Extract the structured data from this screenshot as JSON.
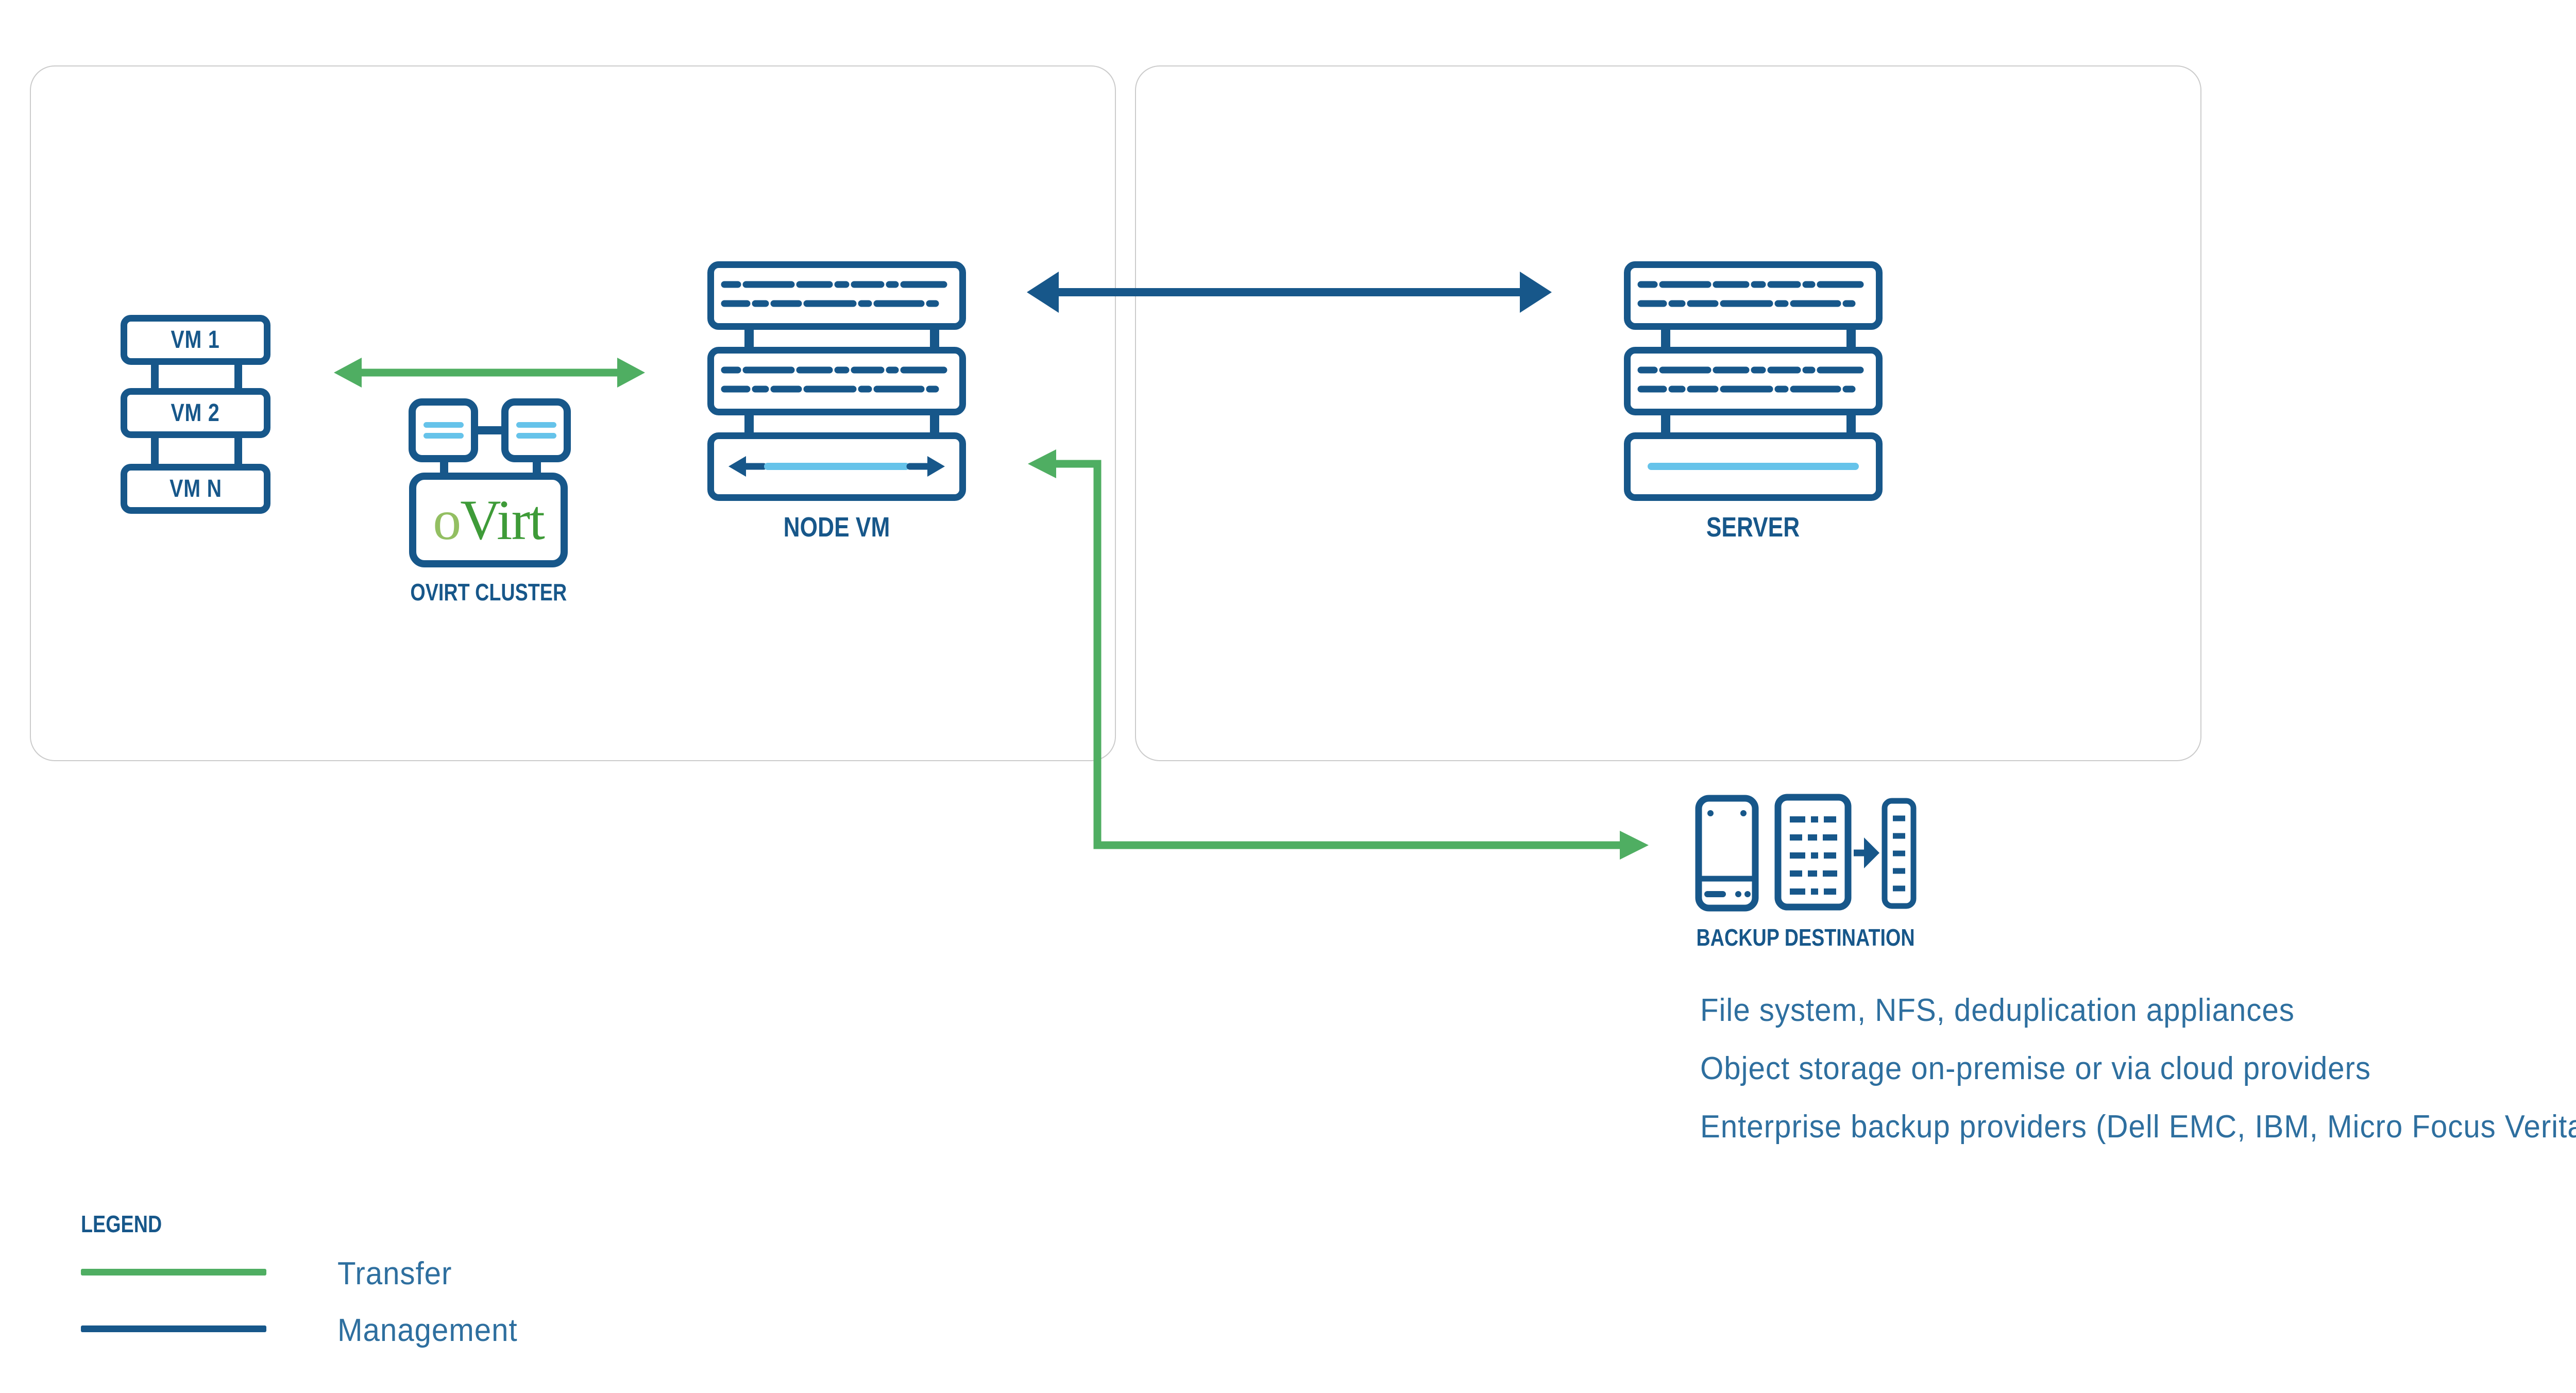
{
  "palette": {
    "dark_blue": "#17578A",
    "light_blue": "#66C3EA",
    "green": "#4FAE62",
    "text_blue": "#2E6F9F",
    "ovirt_light_green": "#93BF62",
    "ovirt_dark_green": "#3E9B38",
    "panel_border": "#CBCBCB"
  },
  "left_panel": {
    "vm_stack": {
      "items": [
        "VM 1",
        "VM 2",
        "VM N"
      ]
    },
    "ovirt_cluster": {
      "logo_o": "o",
      "logo_virt": "Virt",
      "label": "OVIRT CLUSTER"
    },
    "node_vm": {
      "label": "NODE VM"
    }
  },
  "right_panel": {
    "server": {
      "label": "SERVER"
    }
  },
  "backup_destination": {
    "label": "BACKUP DESTINATION",
    "notes": [
      "File system, NFS, deduplication appliances",
      "Object storage on-premise or via cloud providers",
      "Enterprise backup providers (Dell EMC, IBM, Micro Focus Veritas)"
    ]
  },
  "legend": {
    "title": "LEGEND",
    "items": [
      {
        "label": "Transfer",
        "color": "#4FAE62"
      },
      {
        "label": "Management",
        "color": "#17578A"
      }
    ]
  },
  "connections": [
    {
      "from": "VM stack",
      "to": "NODE VM",
      "type": "Transfer"
    },
    {
      "from": "NODE VM",
      "to": "SERVER",
      "type": "Management"
    },
    {
      "from": "NODE VM",
      "to": "BACKUP DESTINATION",
      "type": "Transfer"
    }
  ]
}
